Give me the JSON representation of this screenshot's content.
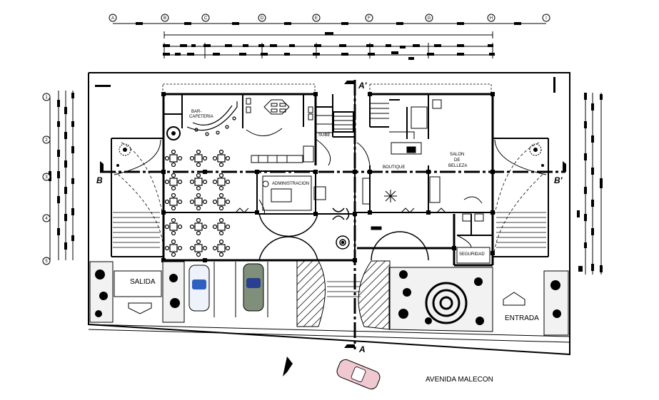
{
  "grid": {
    "columns": [
      "A",
      "B",
      "C",
      "D",
      "E",
      "F",
      "G",
      "H",
      "I"
    ],
    "rows": [
      "1",
      "2",
      "3",
      "4",
      "5"
    ]
  },
  "section_marks": {
    "a_top": "A'",
    "a_bottom": "A",
    "b_left": "B",
    "b_right": "B'"
  },
  "rooms": {
    "bar_line1": "BAR-",
    "bar_line2": "CAFETERIA",
    "sube": "SUBE",
    "administracion": "ADMINISTRACION",
    "boutique": "BOUTIQUE",
    "salon_line1": "SALON",
    "salon_line2": "DE",
    "salon_line3": "BELLEZA",
    "seguridad": "SEGURIDAD"
  },
  "access": {
    "salida": "SALIDA",
    "entrada": "ENTRADA"
  },
  "street": "AVENIDA MALECON"
}
